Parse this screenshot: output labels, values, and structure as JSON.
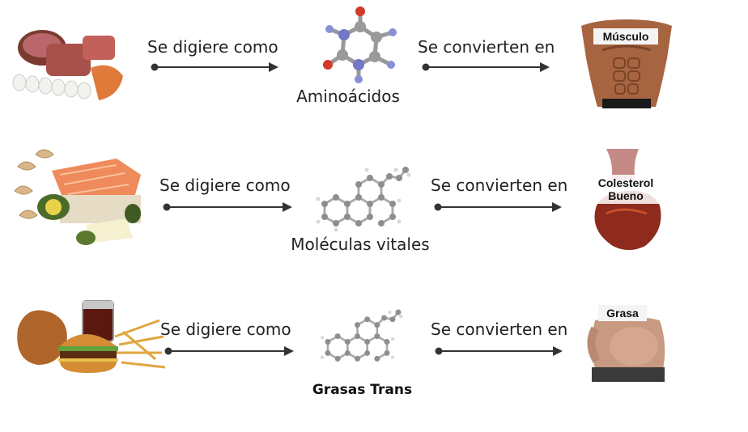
{
  "rows": [
    {
      "food_icon": "meat-eggs-icon",
      "verb1": "Se digiere como",
      "molecule": "Aminoácidos",
      "molecule_icon": "amino-acid-molecule-icon",
      "verb2": "Se convierten en",
      "result": "Músculo",
      "result_icon": "muscle-torso-icon"
    },
    {
      "food_icon": "salmon-nuts-avocado-icon",
      "verb1": "Se digiere como",
      "molecule": "Moléculas vitales",
      "molecule_icon": "lipid-molecule-icon",
      "verb2": "Se convierten en",
      "result_line1": "Colesterol",
      "result_line2": "Bueno",
      "result_icon": "heart-icon"
    },
    {
      "food_icon": "fast-food-icon",
      "verb1": "Se digiere como",
      "molecule": "Grasas Trans",
      "molecule_icon": "trans-fat-molecule-icon",
      "verb2": "Se convierten en",
      "result": "Grasa",
      "result_icon": "belly-fat-icon"
    }
  ]
}
